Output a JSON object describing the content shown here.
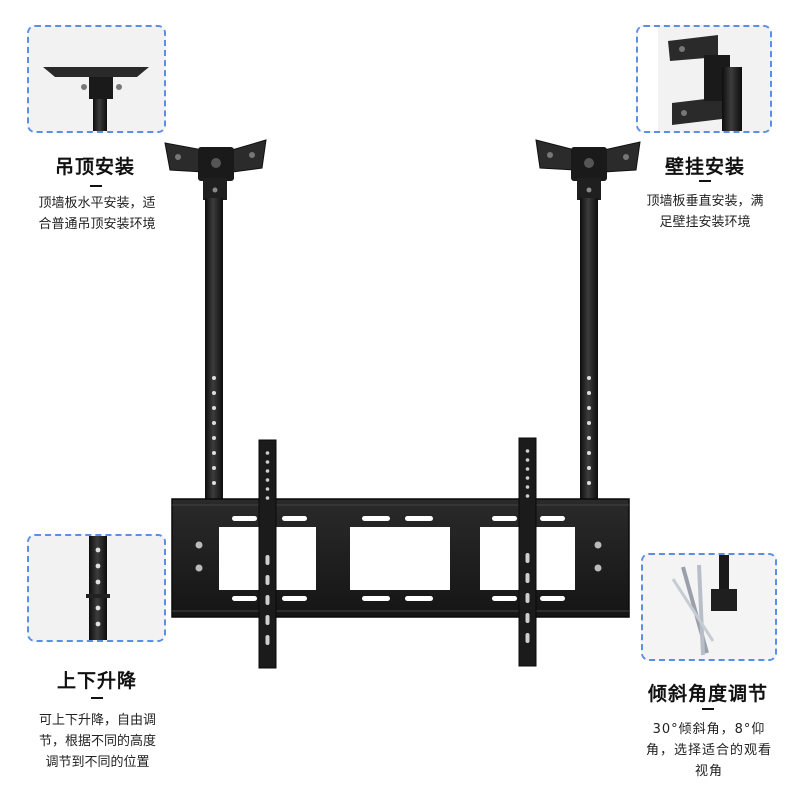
{
  "features": {
    "ceiling": {
      "title": "吊顶安装",
      "line1": "顶墙板水平安装，适",
      "line2": "合普通吊顶安装环境"
    },
    "wall": {
      "title": "壁挂安装",
      "line1": "顶墙板垂直安装，满",
      "line2": "足壁挂安装环境"
    },
    "lift": {
      "title": "上下升降",
      "line1": "可上下升降，自由调",
      "line2": "节，根据不同的高度",
      "line3": "调节到不同的位置"
    },
    "tilt": {
      "title": "倾斜角度调节",
      "line1": "30°倾斜角，8°仰",
      "line2": "角，选择适合的观看",
      "line3": "视角"
    }
  },
  "colors": {
    "inset_border": "#5a8fe6",
    "metal": "#1a1a1a",
    "metal_highlight": "#3a3a3a"
  }
}
